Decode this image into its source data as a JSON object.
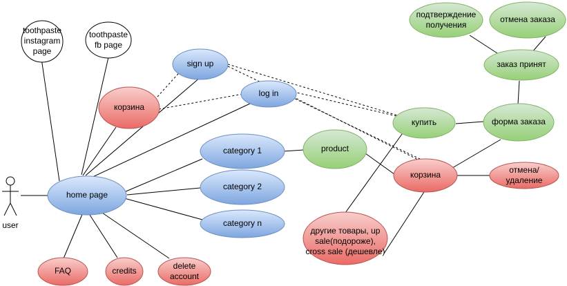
{
  "actor": {
    "label": "user"
  },
  "nodes": {
    "home": "home page",
    "signup": "sign up",
    "login": "log in",
    "korzina_left": "корзина",
    "cat1": "category 1",
    "cat2": "category 2",
    "catn": "category n",
    "product": "product",
    "kupit": "купить",
    "korzina_right": "корзина",
    "forma": "форма заказа",
    "prinyat": "заказ принят",
    "podtv": [
      "подтверждение",
      "получения"
    ],
    "otmena_zakaza": "отмена заказа",
    "otmena_udal": [
      "отмена/",
      "удаление"
    ],
    "other": [
      "другие товары, up",
      "sale(подорожe),",
      "cross sale (дешевле)"
    ],
    "insta": [
      "toothpaste",
      "instagram",
      "page"
    ],
    "fb": [
      "toothpaste",
      "fb page"
    ],
    "faq": "FAQ",
    "credits": "credits",
    "delete": [
      "delete",
      "account"
    ]
  },
  "colors": {
    "blue_fill": "#a9c4eb",
    "blue_stroke": "#6c8ebf",
    "red_fill": "#ea6b66",
    "red_stroke": "#b85450",
    "green_fill": "#97d077",
    "green_stroke": "#82b366",
    "white_fill": "#ffffff",
    "black_stroke": "#000000"
  }
}
